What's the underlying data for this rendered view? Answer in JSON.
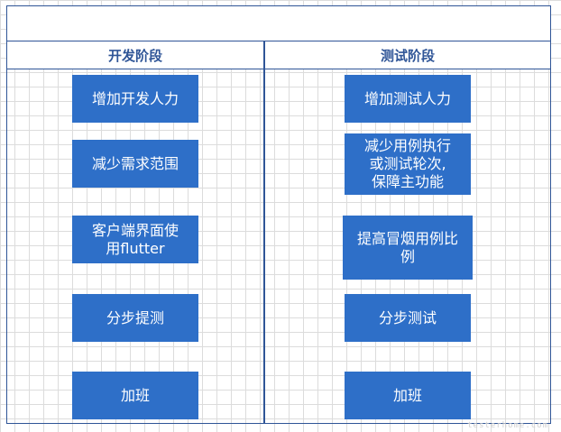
{
  "lanes": [
    {
      "title": "开发阶段",
      "boxes": [
        "增加开发人力",
        "减少需求范围",
        "客户端界面使\n用flutter",
        "分步提测",
        "加班"
      ]
    },
    {
      "title": "测试阶段",
      "boxes": [
        "增加测试人力",
        "减少用例执行\n或测试轮次,\n保障主功能",
        "提高冒烟用例比\n例",
        "分步测试",
        "加班"
      ]
    }
  ],
  "colors": {
    "box": "#2e6fc8",
    "border": "#2f5597",
    "header_text": "#2f5597"
  },
  "watermark": "testerhome.com"
}
